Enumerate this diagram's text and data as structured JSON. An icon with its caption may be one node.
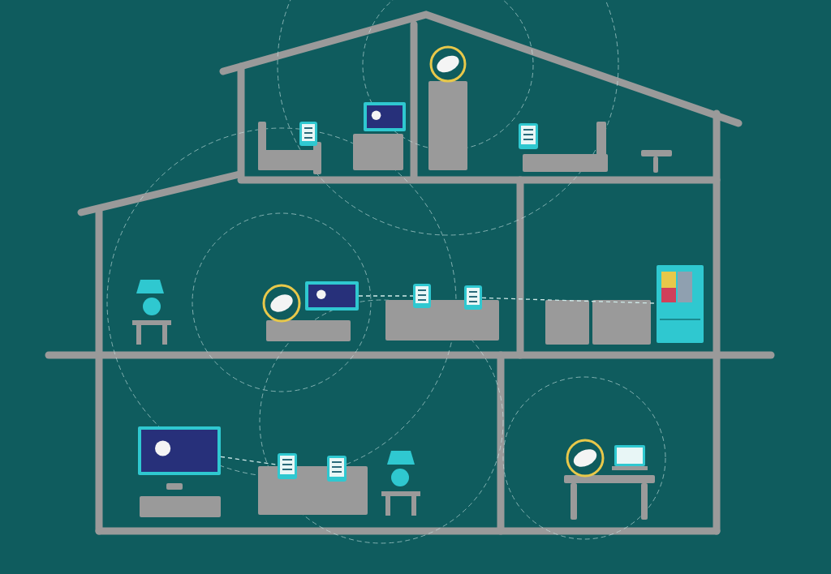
{
  "diagram": {
    "nodes": [
      {
        "text": [],
        "shape": "picture"
      },
      {
        "text": [],
        "shape": "picture"
      },
      {
        "text": [],
        "shape": "picture"
      },
      {
        "text": [],
        "shape": "picture"
      },
      {
        "text": [],
        "shape": "picture"
      },
      {
        "text": [],
        "shape": "picture"
      },
      {
        "text": [],
        "shape": "picture"
      },
      {
        "text": [],
        "shape": "picture"
      },
      {
        "text": [],
        "shape": "picture"
      },
      {
        "text": [],
        "shape": "picture"
      },
      {
        "text": [],
        "shape": "picture"
      },
      {
        "text": [],
        "shape": "picture"
      },
      {
        "text": [],
        "shape": "picture"
      },
      {
        "text": [],
        "shape": "picture"
      }
    ],
    "edges": [
      {
        "from": 3,
        "to": 4,
        "arrow": "none",
        "style": "dashed"
      },
      {
        "from": 5,
        "to": 6,
        "arrow": "none",
        "style": "dashed"
      },
      {
        "from": 8,
        "to": 9,
        "arrow": "none",
        "style": "dashed"
      }
    ]
  }
}
